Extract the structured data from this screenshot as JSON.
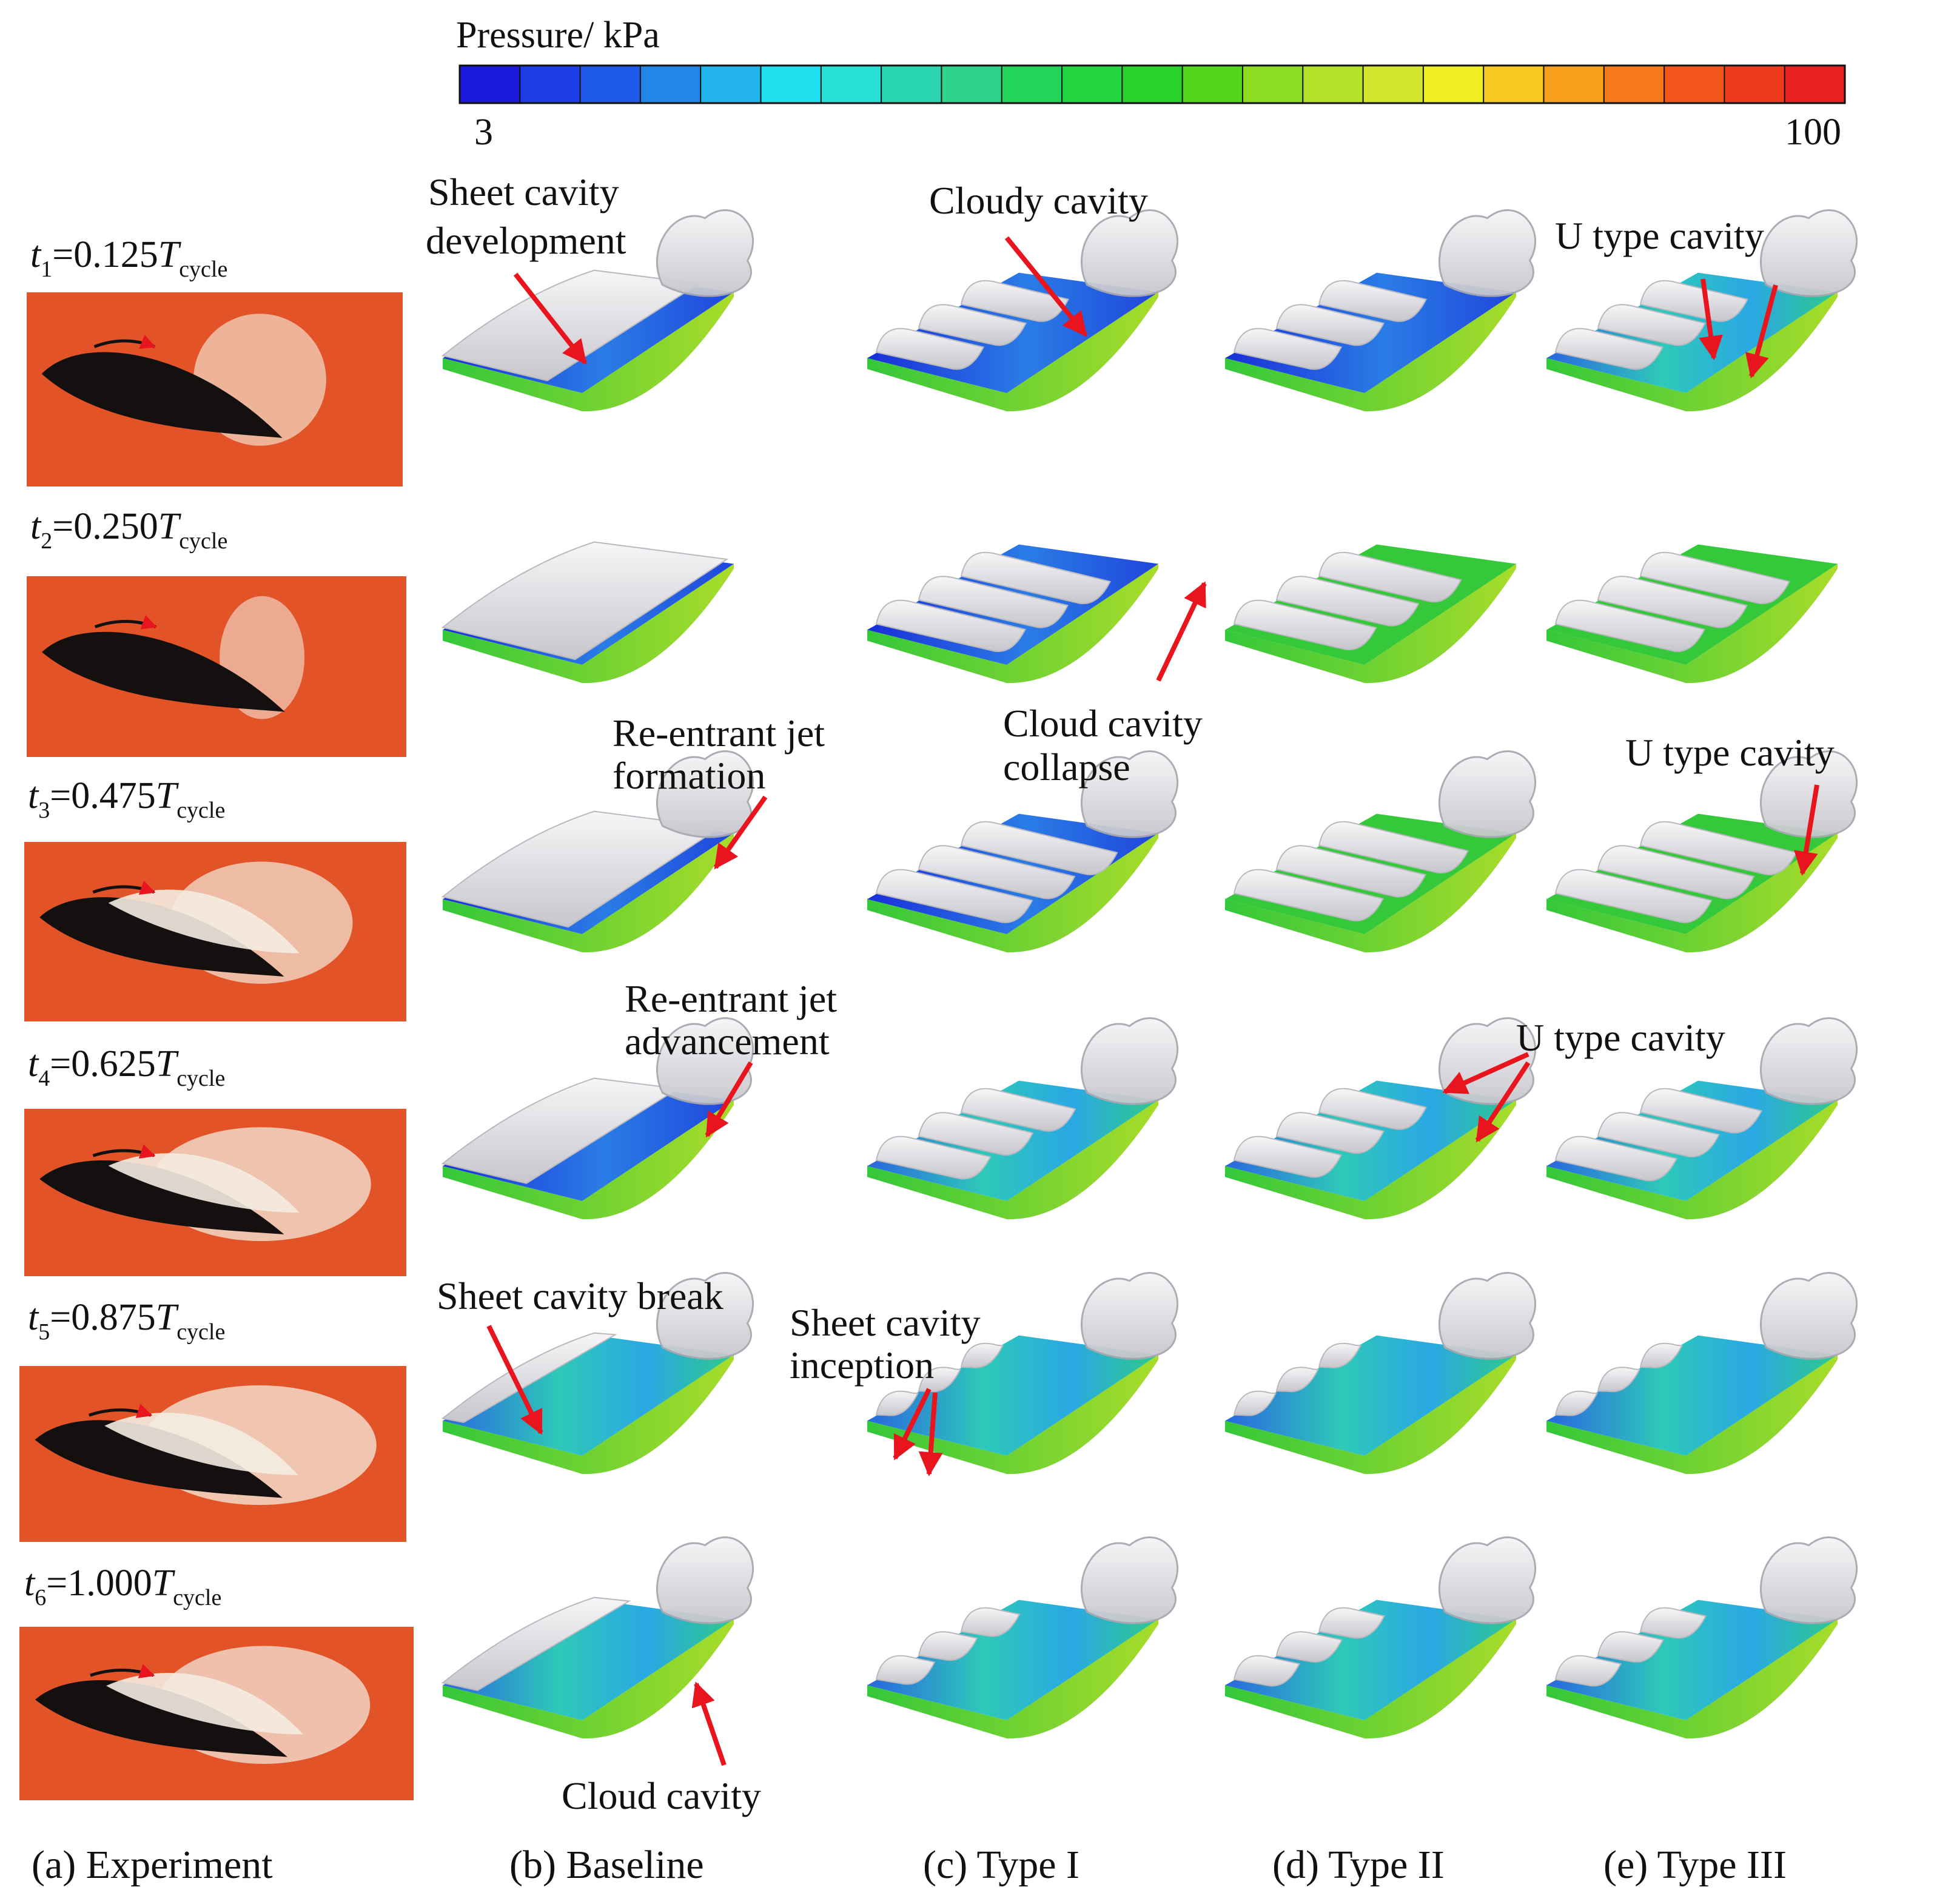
{
  "colorbar": {
    "title": "Pressure/ kPa",
    "min_label": "3",
    "max_label": "100",
    "stops": [
      "#1a1adc",
      "#1d3de6",
      "#1f5ae8",
      "#2087e8",
      "#22b2ec",
      "#22e0f0",
      "#26e0d6",
      "#2ad6b0",
      "#2ed48c",
      "#22d45a",
      "#22d440",
      "#28d22a",
      "#52d61e",
      "#8cdc22",
      "#b4e22a",
      "#d2e62e",
      "#f0ee22",
      "#f8c81e",
      "#f8a01c",
      "#f67a1a",
      "#f2561a",
      "#ee3a1e",
      "#e8201e"
    ]
  },
  "time_labels": [
    {
      "var": "t",
      "sub": "1",
      "value": "=0.125",
      "T": "T",
      "Tsub": "cycle"
    },
    {
      "var": "t",
      "sub": "2",
      "value": "=0.250",
      "T": "T",
      "Tsub": "cycle"
    },
    {
      "var": "t",
      "sub": "3",
      "value": "=0.475",
      "T": "T",
      "Tsub": "cycle"
    },
    {
      "var": "t",
      "sub": "4",
      "value": "=0.625",
      "T": "T",
      "Tsub": "cycle"
    },
    {
      "var": "t",
      "sub": "5",
      "value": "=0.875",
      "T": "T",
      "Tsub": "cycle"
    },
    {
      "var": "t",
      "sub": "6",
      "value": "=1.000",
      "T": "T",
      "Tsub": "cycle"
    }
  ],
  "column_labels": [
    "(a) Experiment",
    "(b)  Baseline",
    "(c)   Type I",
    "(d)  Type II",
    "(e)  Type III"
  ],
  "annotations": {
    "sheet_dev": [
      "Sheet cavity",
      "development"
    ],
    "cloudy": "Cloudy cavity",
    "u_type_1": "U type cavity",
    "cloud_collapse": [
      "Cloud cavity",
      "collapse"
    ],
    "reentrant_form": [
      "Re-entrant jet",
      "formation"
    ],
    "u_type_3": "U type cavity",
    "reentrant_adv": [
      "Re-entrant jet",
      "advancement"
    ],
    "u_type_4": "U type cavity",
    "sheet_break": "Sheet cavity break",
    "sheet_inception": [
      "Sheet cavity",
      "inception"
    ],
    "cloud_cavity": "Cloud cavity"
  },
  "colors": {
    "arrow": "#e8141e",
    "hydrofoil_low": "#1a2fd8",
    "hydrofoil_mid": "#2ec9a0",
    "hydrofoil_high": "#34c83a",
    "cavity": "#e6e6e8",
    "experiment_bg": "#e8582a"
  }
}
